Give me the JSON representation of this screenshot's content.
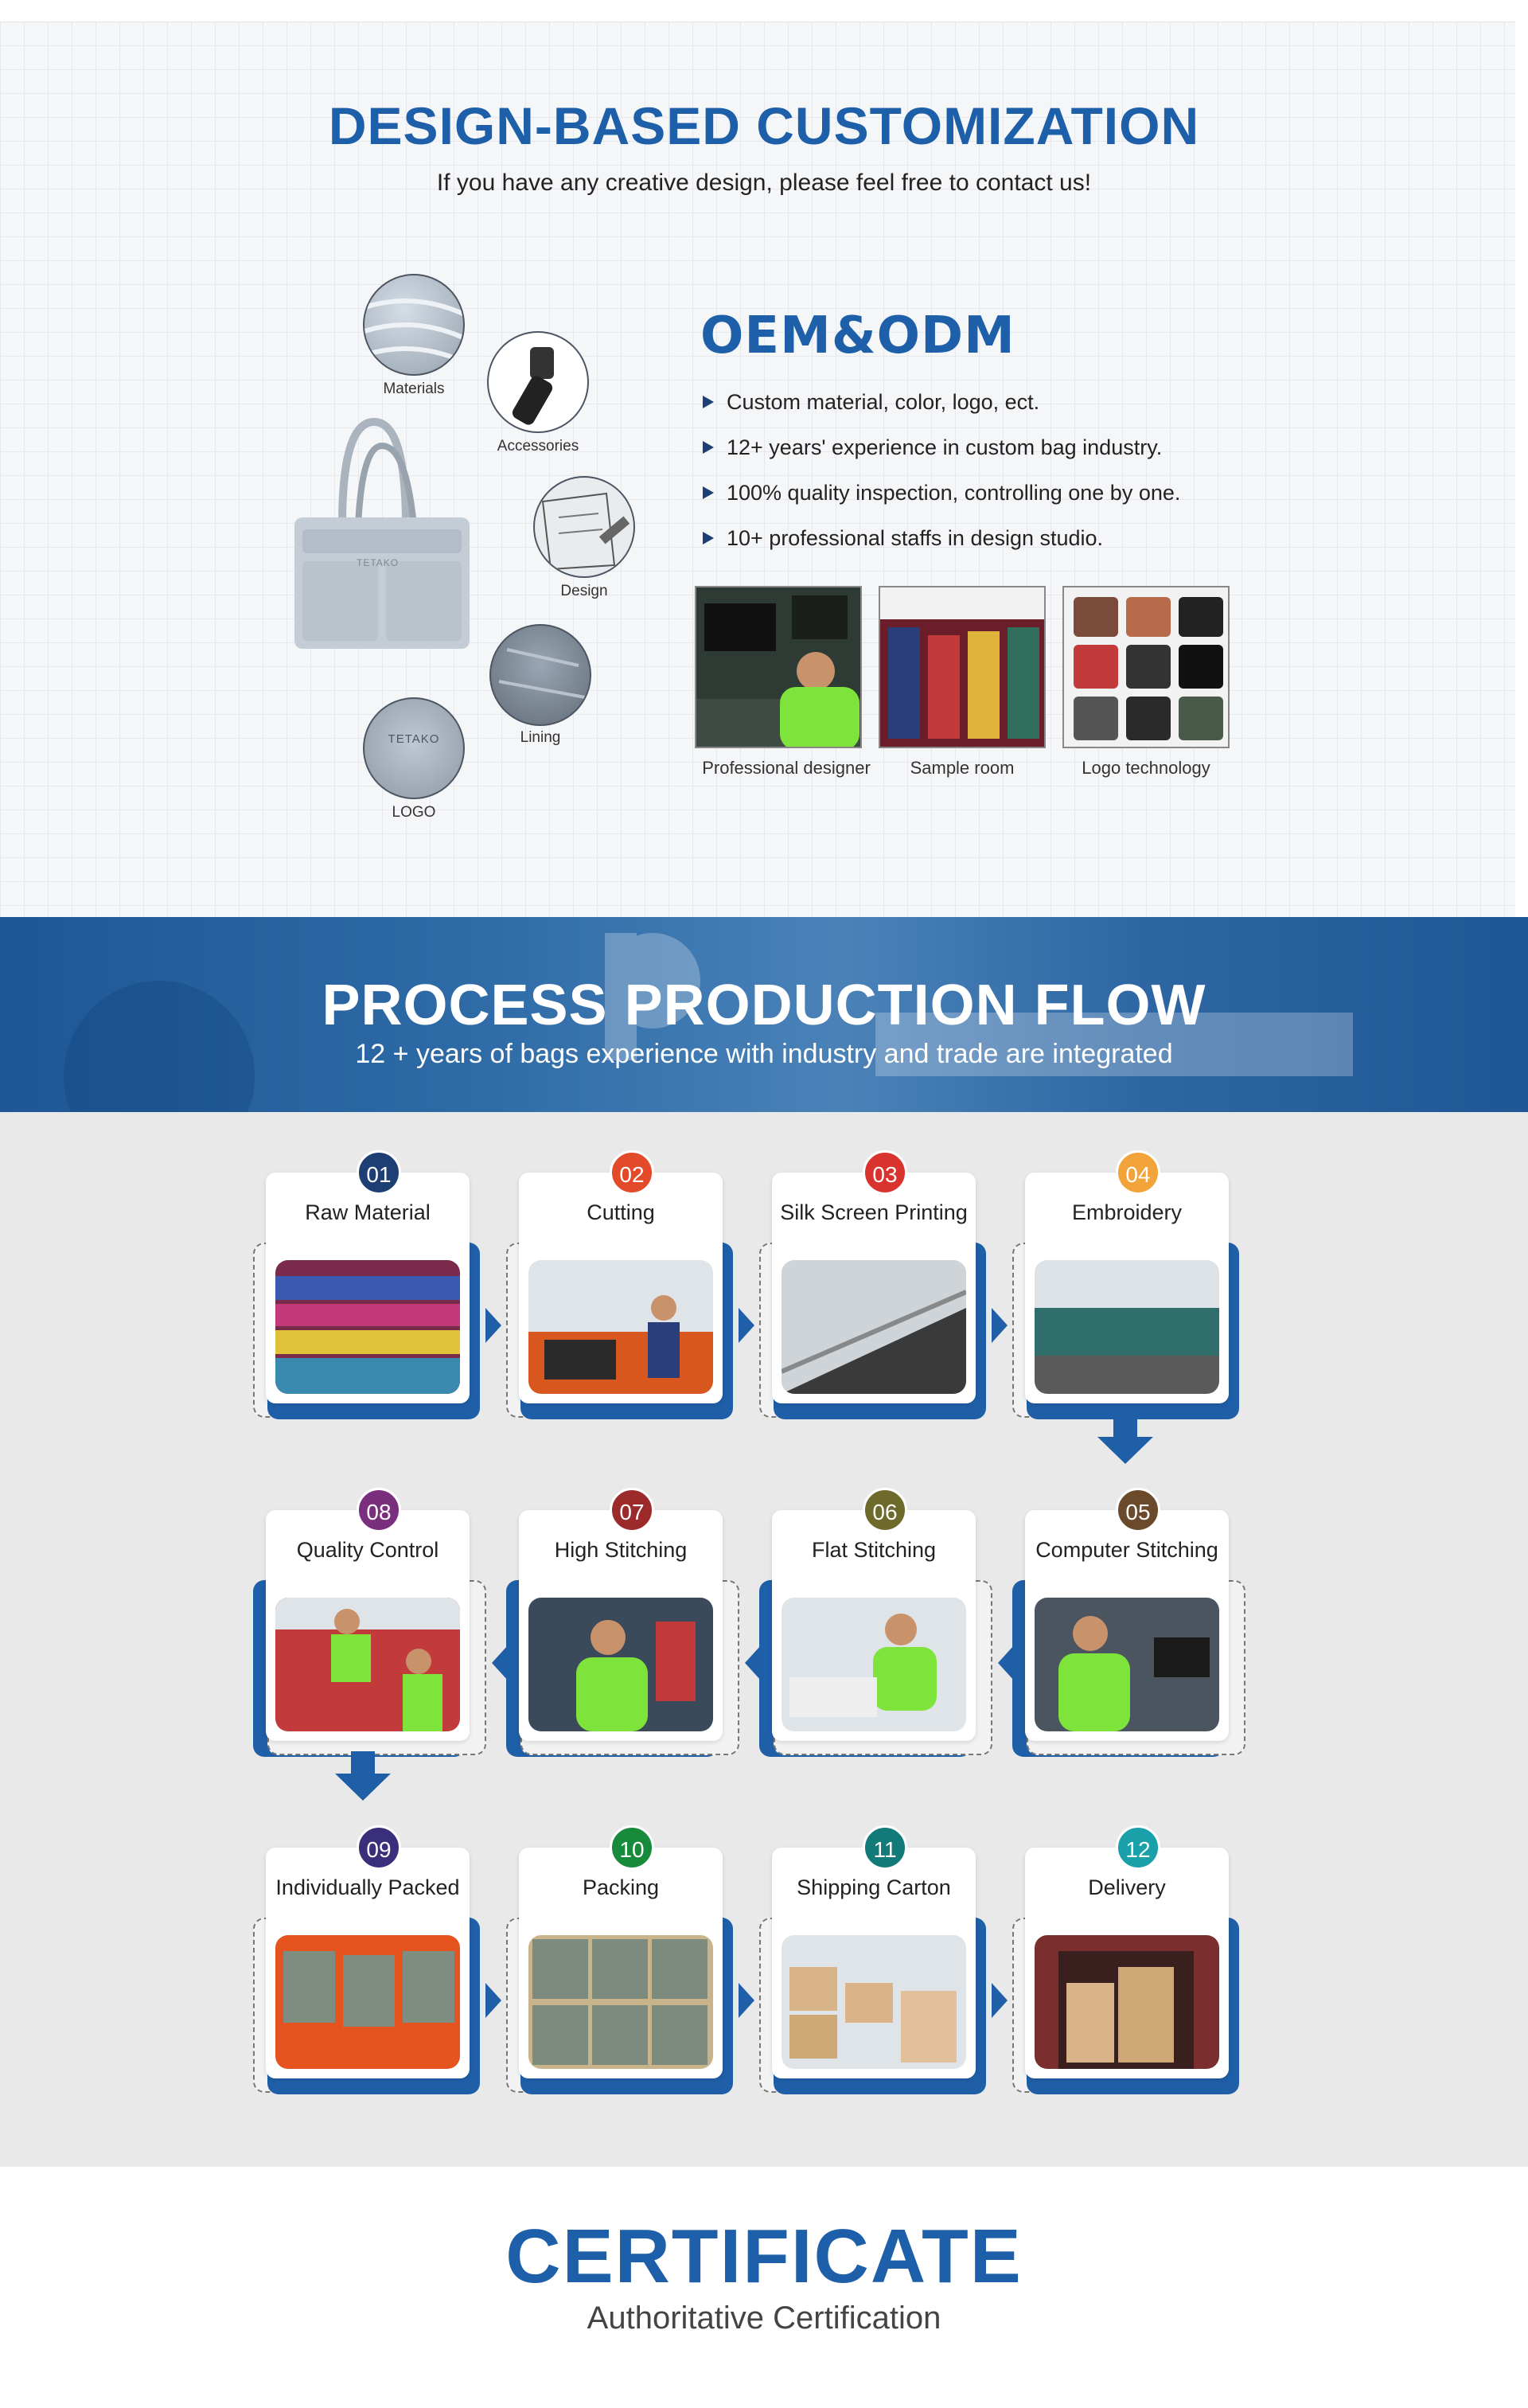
{
  "design": {
    "title": "DESIGN-BASED CUSTOMIZATION",
    "subtitle": "If you have any creative design, please feel free to contact us!",
    "circles": [
      "Materials",
      "Accessories",
      "Design",
      "Lining",
      "LOGO"
    ],
    "tote_brand": "TETAKO",
    "oem_title": "OEM&ODM",
    "oem_points": [
      "Custom material, color, logo, ect.",
      "12+ years' experience in custom bag industry.",
      "100% quality inspection, controlling one by one.",
      "10+ professional staffs in design studio."
    ],
    "photos": [
      "Professional designer",
      "Sample room",
      "Logo technology"
    ]
  },
  "process": {
    "title": "PROCESS PRODUCTION FLOW",
    "subtitle": "12 + years of bags experience with industry and trade are integrated",
    "steps": [
      {
        "num": "01",
        "label": "Raw Material",
        "color": "#1d3f74"
      },
      {
        "num": "02",
        "label": "Cutting",
        "color": "#e34a2a"
      },
      {
        "num": "03",
        "label": "Silk Screen Printing",
        "color": "#d9332f"
      },
      {
        "num": "04",
        "label": "Embroidery",
        "color": "#f2a33a"
      },
      {
        "num": "05",
        "label": "Computer Stitching",
        "color": "#6b4a2b"
      },
      {
        "num": "06",
        "label": "Flat Stitching",
        "color": "#6e6a2c"
      },
      {
        "num": "07",
        "label": "High Stitching",
        "color": "#9c2a2a"
      },
      {
        "num": "08",
        "label": "Quality Control",
        "color": "#7a2f7e"
      },
      {
        "num": "09",
        "label": "Individually Packed",
        "color": "#3a2f7a"
      },
      {
        "num": "10",
        "label": "Packing",
        "color": "#178a3c"
      },
      {
        "num": "11",
        "label": "Shipping Carton",
        "color": "#137a7a"
      },
      {
        "num": "12",
        "label": "Delivery",
        "color": "#1aa0a8"
      }
    ]
  },
  "certificate": {
    "title": "CERTIFICATE",
    "subtitle": "Authoritative Certification"
  }
}
